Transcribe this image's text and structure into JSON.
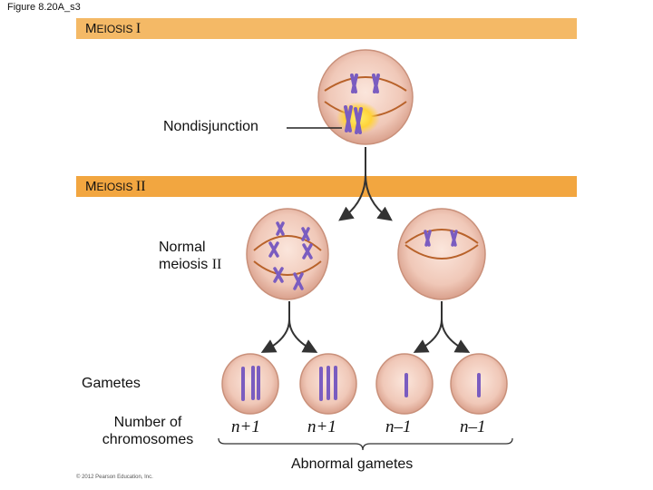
{
  "figure_label": "Figure 8.20A_s3",
  "stage1": {
    "prefix": "M",
    "rest": "EIOSIS ",
    "numeral": "I"
  },
  "stage2": {
    "prefix": "M",
    "rest": "EIOSIS ",
    "numeral": "II"
  },
  "labels": {
    "nondisjunction": "Nondisjunction",
    "normal_line1": "Normal",
    "normal_line2": "meiosis ",
    "normal_numeral": "II",
    "gametes": "Gametes",
    "number_line1": "Number of",
    "number_line2": "chromosomes",
    "abnormal": "Abnormal gametes"
  },
  "gamete_counts": [
    "n+1",
    "n+1",
    "n–1",
    "n–1"
  ],
  "copyright": "© 2012 Pearson Education, Inc.",
  "colors": {
    "band": "#f4b966",
    "cell": "#f0c4b4",
    "chromosome": "#8a6fc6",
    "spindle": "#b8622a",
    "highlight": "#ffd23a"
  }
}
